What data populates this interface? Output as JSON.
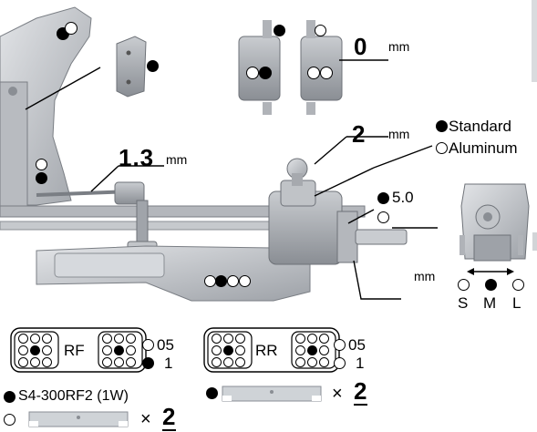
{
  "camber_link": {
    "value": "1.3",
    "unit": "mm"
  },
  "upright_shim": {
    "value": "0",
    "unit": "mm"
  },
  "ball_stud_shim": {
    "value": "2",
    "unit": "mm"
  },
  "axle_shim_unit": "mm",
  "legend": {
    "standard": "Standard",
    "aluminum": "Aluminum"
  },
  "knuckle_option": {
    "standard_value": "5.0"
  },
  "hub_position": {
    "options": [
      "S",
      "M",
      "L"
    ],
    "selected": "M"
  },
  "front_block": {
    "label": "RF",
    "option_05": "05",
    "option_1": "1",
    "selected": "1"
  },
  "rear_block": {
    "label": "RR",
    "option_05": "05",
    "option_1": "1",
    "selected": "1"
  },
  "part_standard": {
    "name": "S4-300RF2 (1W)"
  },
  "quantities": {
    "rear_plate_qty": "2",
    "front_plate_qty": "2",
    "multiplier": "×"
  },
  "colors": {
    "part_gray": "#a8acb2",
    "part_light": "#d6d9dd",
    "part_dark": "#6e7278",
    "ink": "#000000"
  }
}
